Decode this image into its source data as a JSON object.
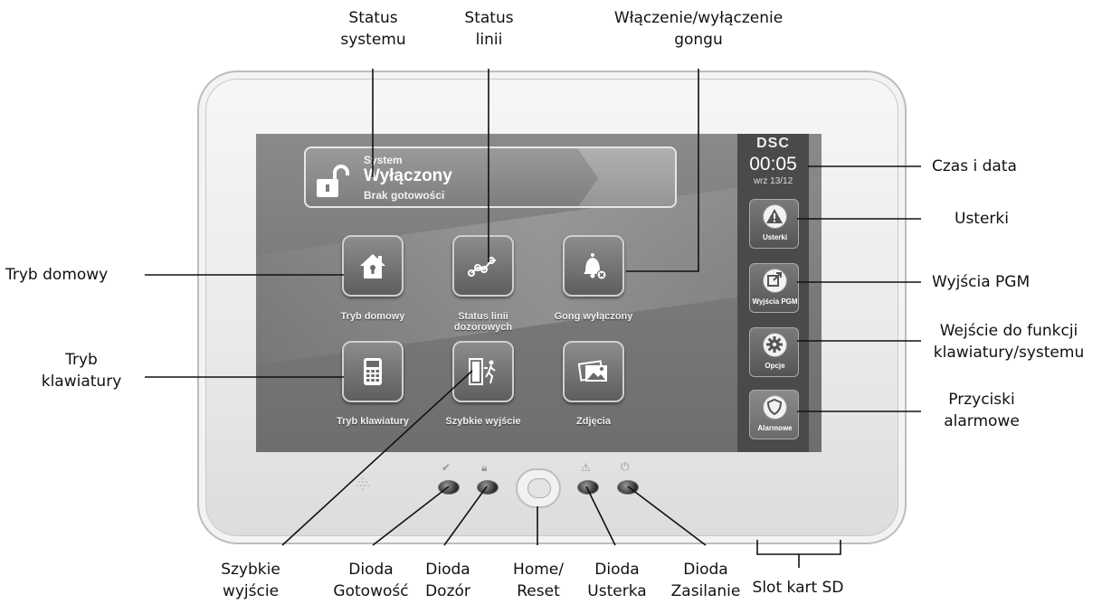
{
  "callouts": {
    "status_systemu": "Status\nsystemu",
    "status_linii": "Status\nlinii",
    "gong": "Włączenie/wyłączenie\ngongu",
    "czas": "Czas i data",
    "usterki": "Usterki",
    "pgm": "Wyjścia PGM",
    "wejscie": "Wejście do funkcji\nklawiatury/systemu",
    "przyciski": "Przyciski\nalarmowe",
    "tryb_domowy": "Tryb domowy",
    "tryb_klawiatury": "Tryb\nklawiatury",
    "szybkie": "Szybkie\nwyjście",
    "dioda_gotowosc": "Dioda\nGotowość",
    "dioda_dozor": "Dioda\nDozór",
    "home_reset": "Home/\nReset",
    "dioda_usterka": "Dioda\nUsterka",
    "dioda_zasilanie": "Dioda\nZasilanie",
    "slot": "Slot kart SD"
  },
  "screen": {
    "status": {
      "label": "System",
      "state": "Wyłączony",
      "readiness": "Brak gotowości"
    },
    "tiles": {
      "tryb_domowy": "Tryb domowy",
      "status_linii": "Status linii\ndozorowych",
      "gong": "Gong wyłączony",
      "tryb_klawiatury": "Tryb klawiatury",
      "szybkie_wyjscie": "Szybkie wyjście",
      "zdjecia": "Zdjęcia"
    },
    "sidebar": {
      "brand": "DSC",
      "time": "00:05",
      "date": "wrz 13/12",
      "usterki": "Usterki",
      "pgm": "Wyjścia PGM",
      "opcje": "Opcje",
      "alarmowe": "Alarmowe"
    }
  },
  "icons": {
    "status": "unlocked-padlock-icon",
    "tiles": [
      "house-icon",
      "zone-path-icon",
      "bell-off-icon",
      "keypad-icon",
      "exit-door-icon",
      "photos-icon"
    ],
    "sidebar": [
      "warning-triangle-icon",
      "external-arrow-icon",
      "gear-icon",
      "shield-icon"
    ],
    "leds": [
      "check-icon",
      "padlock-icon",
      "warning-triangle-icon",
      "power-icon"
    ]
  }
}
